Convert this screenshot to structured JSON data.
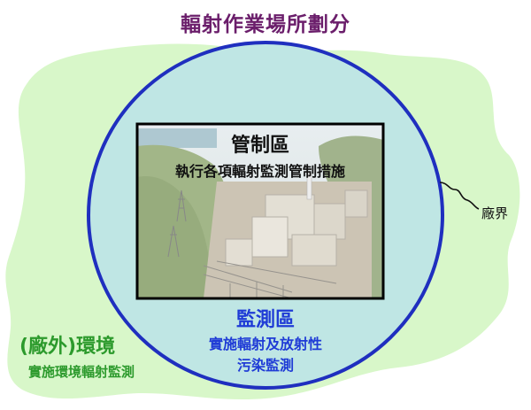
{
  "title": "輻射作業場所劃分",
  "zones": {
    "control": {
      "title": "管制區",
      "description": "執行各項輻射監測管制措施"
    },
    "monitor": {
      "title": "監測區",
      "description_lines": [
        "實施輻射及放射性",
        "污染監測"
      ]
    },
    "environment": {
      "title": "(廠外)環境",
      "description": "實施環境輻射監測"
    }
  },
  "boundary_label": "廠界",
  "colors": {
    "title": "#6b1e6b",
    "environment_fill": "#d8f7c9",
    "circle_fill": "#bfe6e4",
    "circle_stroke": "#1f2fbf",
    "monitor_text": "#1f3bd6",
    "environment_text": "#2c9a2c"
  },
  "photo_icon": "nuclear-plant-photo"
}
